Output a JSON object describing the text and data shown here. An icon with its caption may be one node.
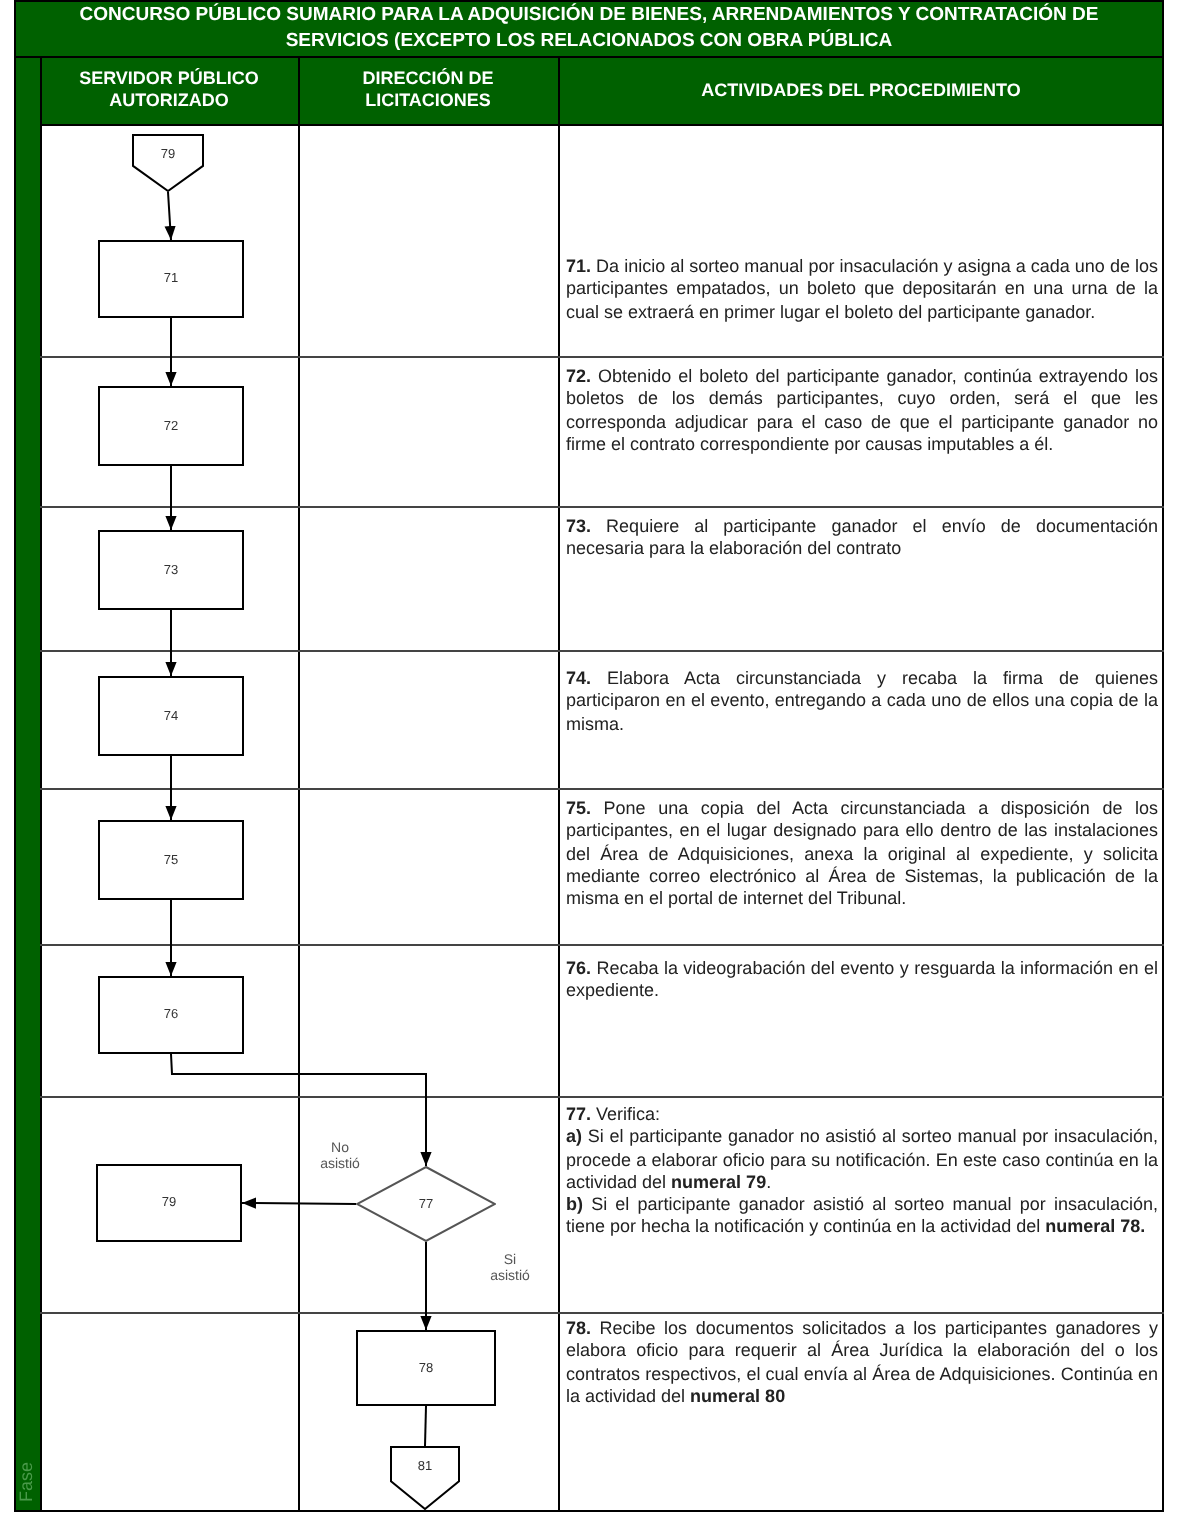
{
  "diagram": {
    "title": "CONCURSO PÚBLICO SUMARIO PARA LA ADQUISICIÓN DE BIENES, ARRENDAMIENTOS Y CONTRATACIÓN DE SERVICIOS (EXCEPTO LOS RELACIONADOS CON OBRA PÚBLICA",
    "nodes": [
      {
        "text": [
          "79"
        ]
      },
      {
        "text": [
          "71"
        ]
      },
      {
        "text": [
          "72"
        ]
      },
      {
        "text": [
          "73"
        ]
      },
      {
        "text": [
          "74"
        ]
      },
      {
        "text": [
          "75"
        ]
      },
      {
        "text": [
          "76"
        ]
      },
      {
        "text": [
          "79"
        ]
      },
      {
        "text": [
          "77"
        ]
      },
      {
        "text": [
          "78"
        ]
      },
      {
        "text": [
          "81"
        ]
      }
    ],
    "edges": [
      {
        "from": 0,
        "to": 1,
        "arrow": "to"
      },
      {
        "from": 1,
        "to": 2,
        "arrow": "to"
      },
      {
        "from": 2,
        "to": 3,
        "arrow": "to"
      },
      {
        "from": 3,
        "to": 4,
        "arrow": "to"
      },
      {
        "from": 4,
        "to": 5,
        "arrow": "to"
      },
      {
        "from": 5,
        "to": 6,
        "arrow": "to"
      },
      {
        "from": 6,
        "to": 8,
        "arrow": "to"
      },
      {
        "from": 8,
        "to": 7,
        "arrow": "to",
        "label": "No asistió"
      },
      {
        "from": 8,
        "to": 9,
        "arrow": "to",
        "label": "Si asistió"
      },
      {
        "from": 9,
        "to": 10,
        "arrow": "none"
      }
    ],
    "labels": [
      "SERVIDOR PÚBLICO AUTORIZADO",
      "DIRECCIÓN DE LICITACIONES",
      "ACTIVIDADES DEL PROCEDIMIENTO",
      "**71.** Da inicio al sorteo manual por insaculación y asigna a cada uno de los participantes empatados, un boleto que depositarán en una urna de la cual se extraerá en primer lugar el boleto del participante ganador.",
      "**72.** Obtenido el boleto del participante ganador, continúa extrayendo los boletos de los demás participantes, cuyo orden, será el que les corresponda adjudicar para el caso de que el participante ganador no firme el contrato correspondiente por causas imputables a él.",
      "**73.** Requiere al participante ganador el envío de documentación necesaria para la elaboración del contrato",
      "**74.** Elabora Acta circunstanciada y recaba la firma de quienes participaron en el evento, entregando a cada uno de ellos una copia de la misma.",
      "**75.** Pone una copia del Acta circunstanciada a disposición de los participantes, en el lugar designado para ello dentro de las instalaciones del Área de Adquisiciones, anexa la original al expediente, y solicita mediante correo electrónico al Área de Sistemas, la publicación de la misma en el portal de internet del Tribunal.",
      "**76.** Recaba la videograbación del evento y resguarda la información en el expediente.",
      "**77.** Verifica:",
      "**a)** Si el participante ganador no asistió al sorteo manual por insaculación, procede a elaborar oficio para su notificación. En este caso continúa en la actividad del **numeral 79**.",
      "**b)** Si el participante ganador asistió al sorteo manual por insaculación, tiene por hecha la notificación y continúa en la actividad del **numeral 78.**",
      "**78.** Recibe los documentos solicitados a los participantes ganadores y elabora oficio para requerir al Área Jurídica la elaboración del o los contratos respectivos, el cual envía al Área de Adquisiciones. Continúa en la actividad del **numeral 80**",
      "Fase"
    ]
  }
}
